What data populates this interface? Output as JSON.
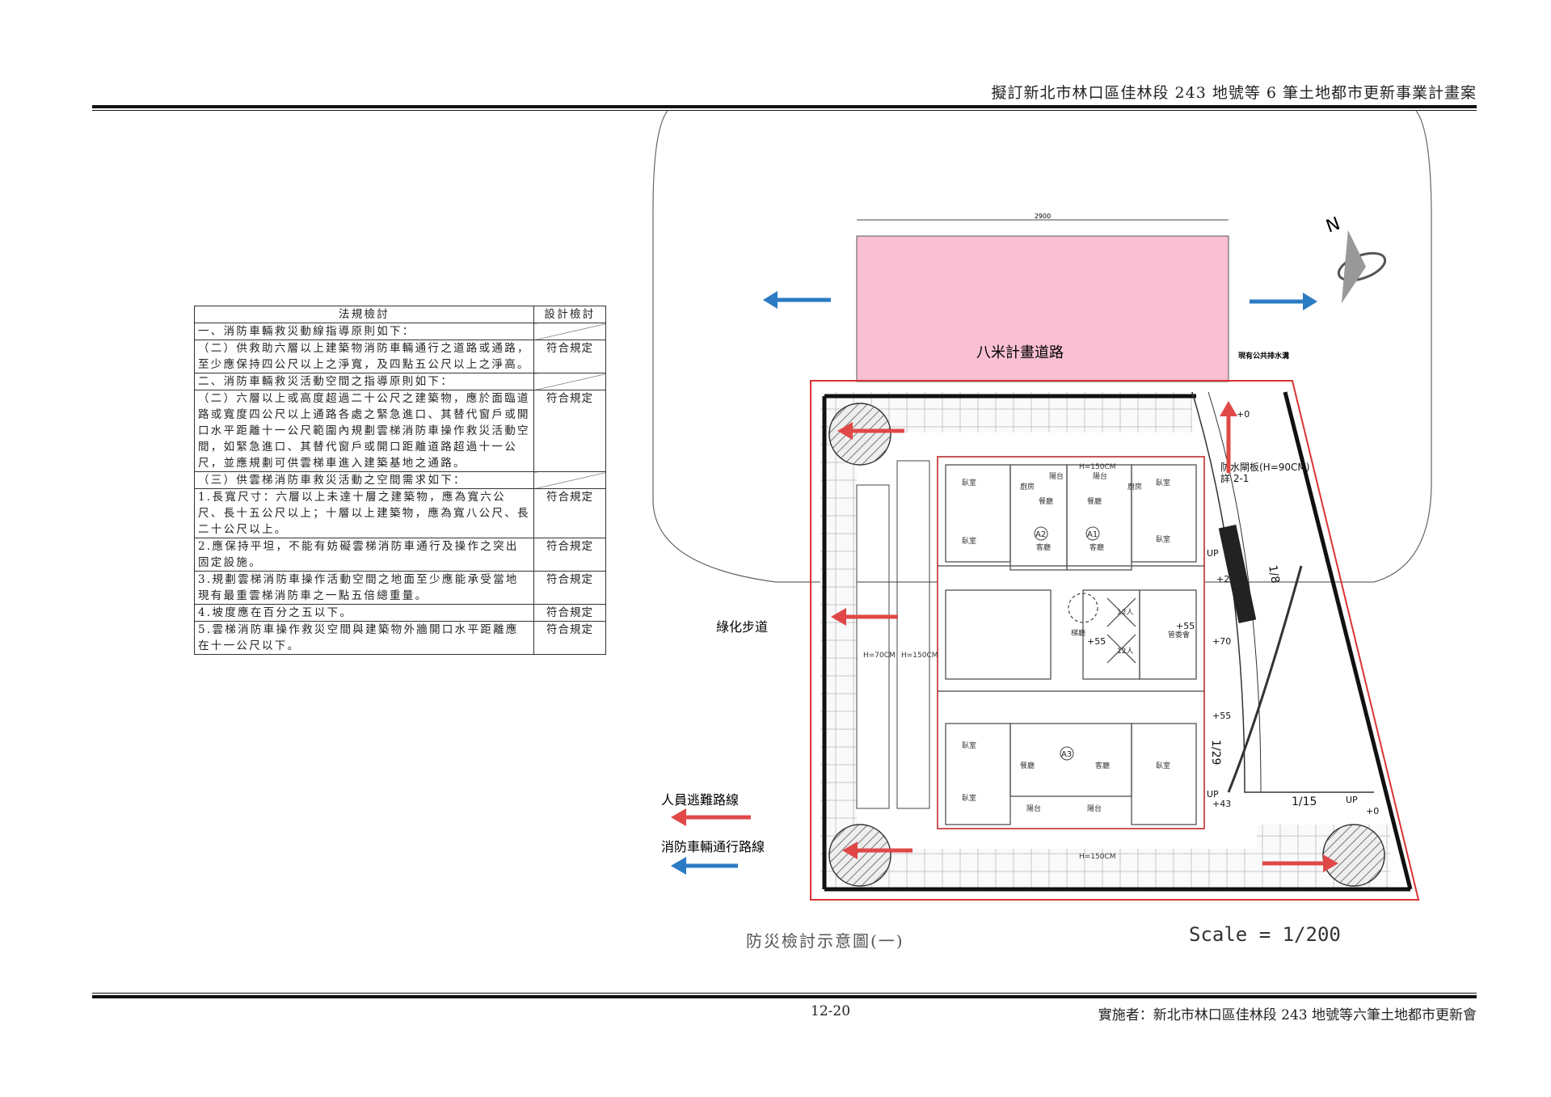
{
  "header": {
    "title": "擬訂新北市林口區佳林段 243 地號等 6 筆土地都市更新事業計畫案"
  },
  "table": {
    "headers": [
      "法規檢討",
      "設計檢討"
    ],
    "rows": [
      {
        "text": "一、消防車輛救災動線指導原則如下：",
        "result": ""
      },
      {
        "text": "（二）供救助六層以上建築物消防車輛通行之道路或通路，至少應保持四公尺以上之淨寬，及四點五公尺以上之淨高。",
        "result": "符合規定"
      },
      {
        "text": "二、消防車輛救災活動空間之指導原則如下：",
        "result": ""
      },
      {
        "text": "（二）六層以上或高度超過二十公尺之建築物，應於面臨道路或寬度四公尺以上通路各處之緊急進口、其替代窗戶或開口水平距離十一公尺範圍內規劃雲梯消防車操作救災活動空間，如緊急進口、其替代窗戶或開口距離道路超過十一公尺，並應規劃可供雲梯車進入建築基地之通路。",
        "result": "符合規定"
      },
      {
        "text": "（三）供雲梯消防車救災活動之空間需求如下：",
        "result": ""
      },
      {
        "text": "1.長寬尺寸：六層以上未達十層之建築物，應為寬六公尺、長十五公尺以上；十層以上建築物，應為寬八公尺、長二十公尺以上。",
        "result": "符合規定"
      },
      {
        "text": "2.應保持平坦，不能有妨礙雲梯消防車通行及操作之突出固定設施。",
        "result": "符合規定"
      },
      {
        "text": "3.規劃雲梯消防車操作活動空間之地面至少應能承受當地現有最重雲梯消防車之一點五倍總重量。",
        "result": "符合規定"
      },
      {
        "text": "4.坡度應在百分之五以下。",
        "result": "符合規定"
      },
      {
        "text": "5.雲梯消防車操作救災空間與建築物外牆開口水平距離應在十一公尺以下。",
        "result": "符合規定"
      }
    ]
  },
  "plan": {
    "road_label": "八米計畫道路",
    "walkway_label": "綠化步道",
    "drain_label": "現有公共排水溝",
    "floodgate_label": "防水閘板(H=90CM)",
    "floodgate_detail": "詳 2-1",
    "north": "N",
    "units": [
      "A1",
      "A2",
      "A3"
    ],
    "rooms": {
      "bedroom": "臥室",
      "kitchen": "廚房",
      "balcony": "陽台",
      "dining": "餐廳",
      "living": "客廳",
      "lobby": "梯廳",
      "mgmt": "管委會"
    },
    "elevator_cap": "12人",
    "levels": [
      "+0",
      "+20",
      "+55",
      "+70",
      "+55",
      "+43",
      "+0",
      "+55"
    ],
    "slopes": [
      "1/8",
      "1/29",
      "1/15"
    ],
    "up": "UP",
    "heights": [
      "H=150CM",
      "H=150CM",
      "H=70CM",
      "H=150CM"
    ],
    "dim_top": "2900"
  },
  "legend": {
    "evacuation": "人員逃難路線",
    "firetruck": "消防車輛通行路線",
    "evac_color": "#e04848",
    "truck_color": "#2b7bc4"
  },
  "caption": "防災檢討示意圖(一)",
  "scale": "Scale = 1/200",
  "footer": {
    "page": "12-20",
    "implementer": "實施者：新北市林口區佳林段 243 地號等六筆土地都市更新會"
  }
}
